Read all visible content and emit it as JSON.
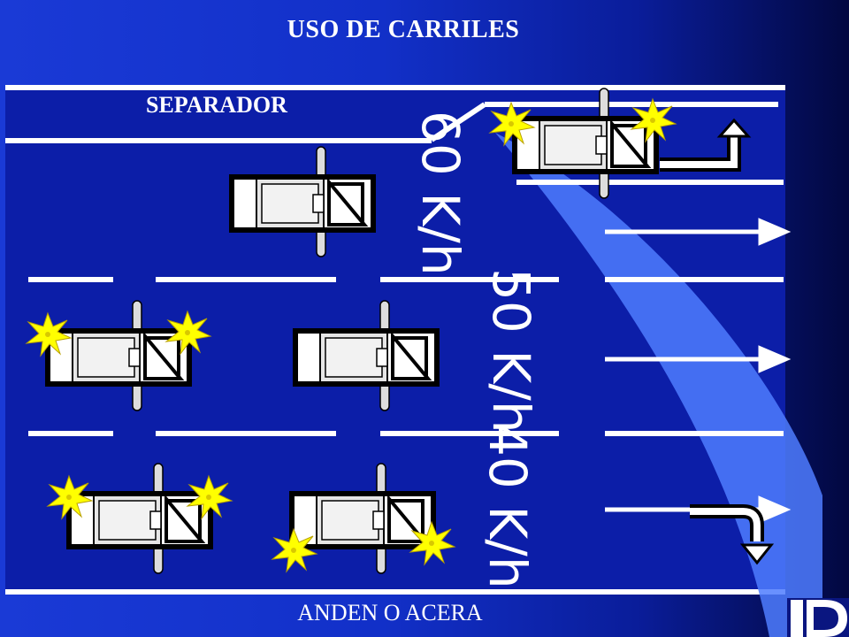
{
  "title": "USO DE CARRILES",
  "labels": {
    "separator": "SEPARADOR",
    "sidewalk": "ANDEN O ACERA"
  },
  "speed_limits": {
    "lane_top": "60 K/h",
    "lane_middle": "50 K/h",
    "lane_bottom": "40 K/h"
  },
  "colors": {
    "background": "#1230c8",
    "road": "#0c1ea8",
    "flash": "#ffff00",
    "beam": "#4f7dff"
  },
  "icons": [
    "car-icon",
    "flash-icon",
    "straight-arrow-icon",
    "left-turn-arrow-icon",
    "u-turn-arrow-icon",
    "logo-icon"
  ]
}
